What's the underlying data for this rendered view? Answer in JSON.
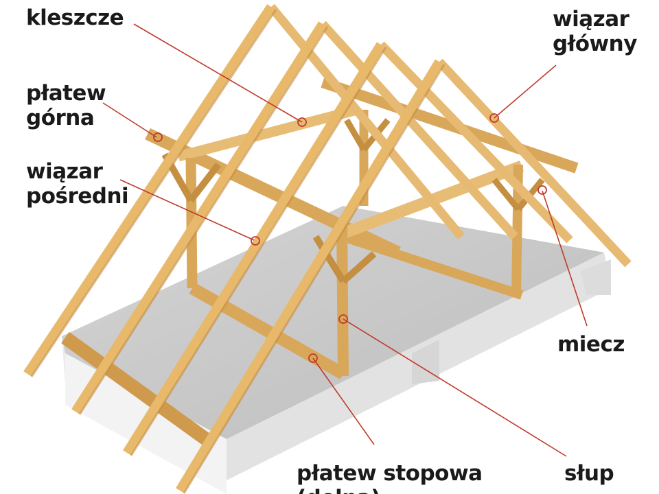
{
  "labels": {
    "kleszcze": "kleszcze",
    "wiazar_glowny": [
      "wiązar",
      "główny"
    ],
    "platew_gorna": [
      "płatew",
      "górna"
    ],
    "wiazar_posredni": [
      "wiązar",
      "pośredni"
    ],
    "miecz": "miecz",
    "platew_stopowa": [
      "płatew stopowa",
      "(dolna)"
    ],
    "slup": "słup"
  },
  "colors": {
    "timber": "#e3b469",
    "timber_dark": "#bf8a3e",
    "slab_top": "#c8c8c8",
    "slab_side": "#ededed",
    "leader": "#c0392b",
    "text": "#1a1a1a"
  }
}
